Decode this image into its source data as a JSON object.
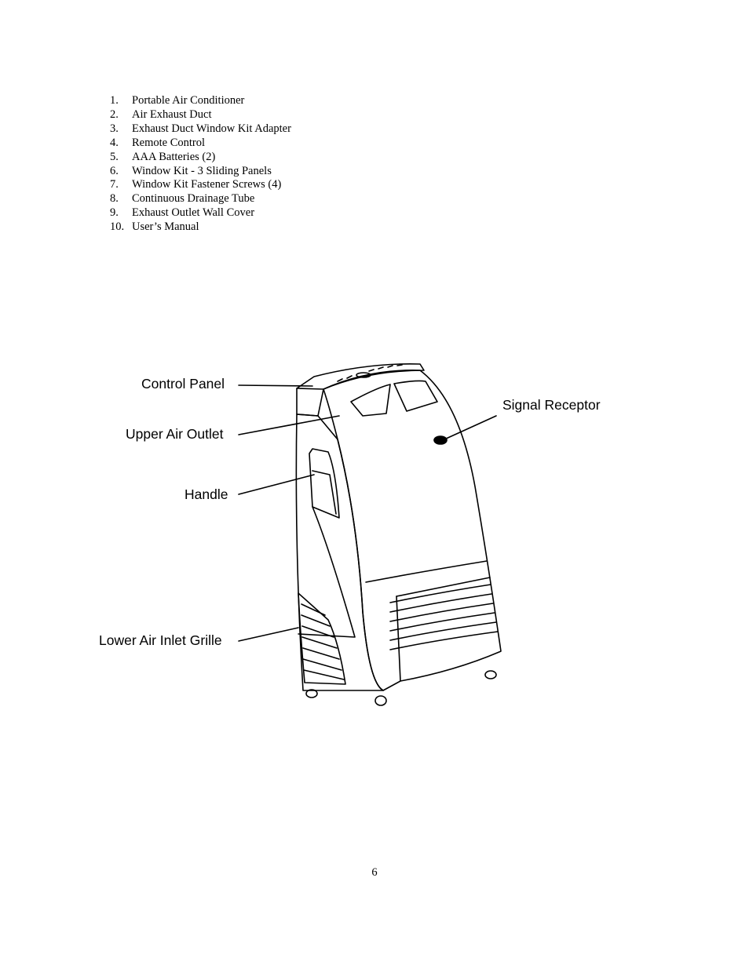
{
  "parts_list": [
    {
      "num": "1.",
      "label": "Portable Air Conditioner"
    },
    {
      "num": "2.",
      "label": "Air Exhaust Duct"
    },
    {
      "num": "3.",
      "label": "Exhaust Duct Window Kit Adapter"
    },
    {
      "num": "4.",
      "label": "Remote Control"
    },
    {
      "num": "5.",
      "label": "AAA Batteries (2)"
    },
    {
      "num": "6.",
      "label": "Window Kit - 3 Sliding Panels"
    },
    {
      "num": "7.",
      "label": "Window Kit Fastener Screws (4)"
    },
    {
      "num": "8.",
      "label": "Continuous Drainage Tube"
    },
    {
      "num": "9.",
      "label": "Exhaust Outlet Wall Cover"
    },
    {
      "num": "10.",
      "label": "User’s Manual"
    }
  ],
  "diagram": {
    "control_panel": "Control Panel",
    "upper_air_outlet": "Upper Air Outlet",
    "handle": "Handle",
    "lower_air_inlet_grille": "Lower Air Inlet Grille",
    "signal_receptor": "Signal Receptor"
  },
  "page_number": "6"
}
